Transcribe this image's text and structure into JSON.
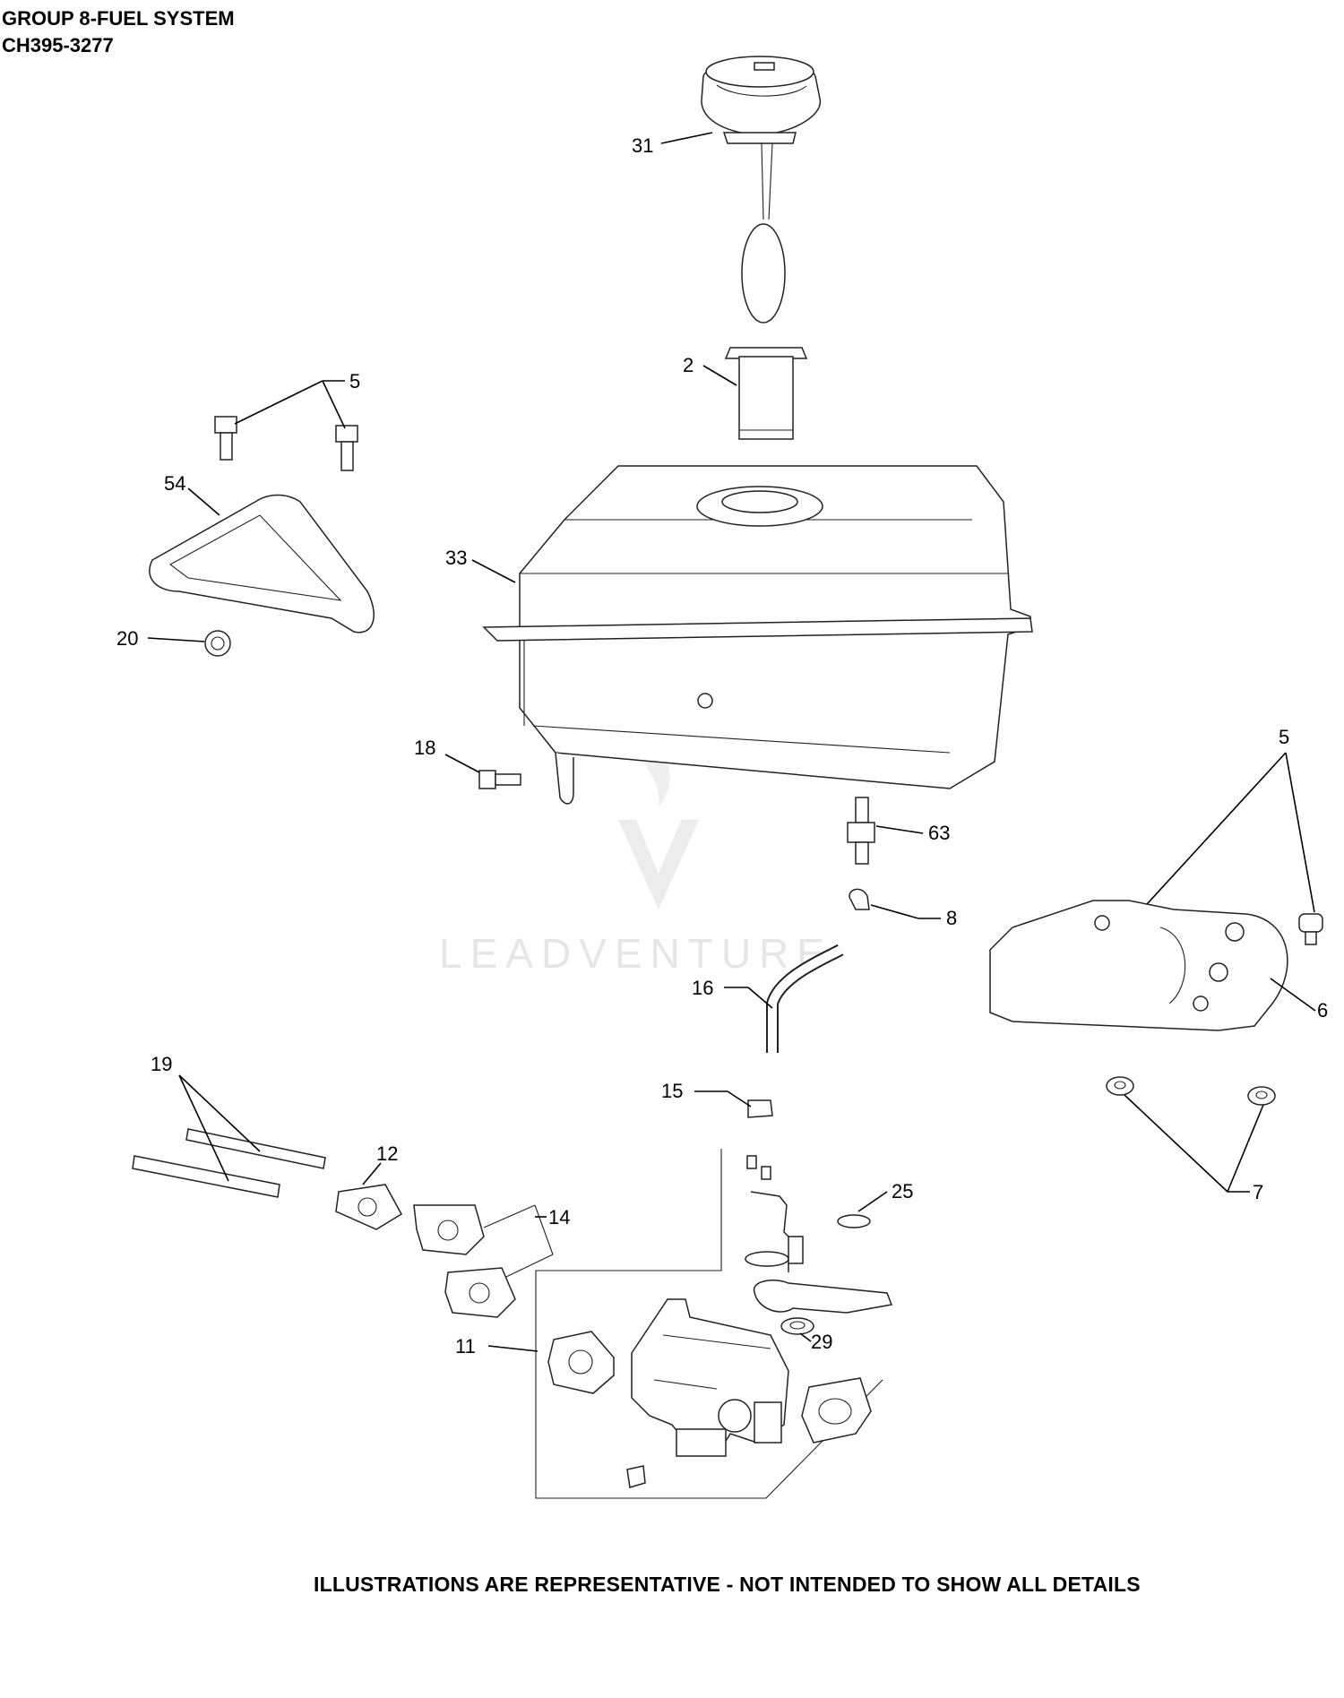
{
  "header": {
    "group": "GROUP 8-FUEL SYSTEM",
    "model": "CH395-3277"
  },
  "footer": "ILLUSTRATIONS ARE REPRESENTATIVE - NOT INTENDED TO SHOW ALL DETAILS",
  "watermark": "LEADVENTURE",
  "callouts": {
    "c31": "31",
    "c2": "2",
    "c5a": "5",
    "c54": "54",
    "c33": "33",
    "c20": "20",
    "c18": "18",
    "c63": "63",
    "c5b": "5",
    "c8": "8",
    "c16": "16",
    "c6": "6",
    "c19": "19",
    "c12": "12",
    "c14": "14",
    "c15": "15",
    "c25": "25",
    "c7": "7",
    "c29": "29",
    "c11": "11"
  }
}
